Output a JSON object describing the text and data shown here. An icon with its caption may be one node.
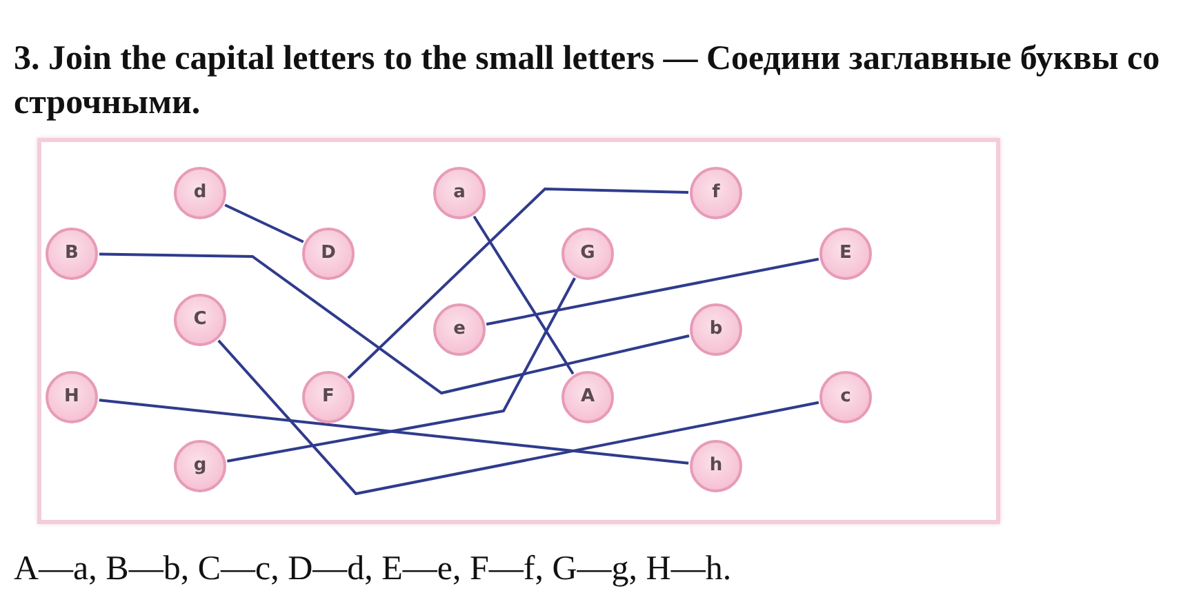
{
  "diagram": {
    "title": "3. Join the capital letters to the small letters — Соедини заглавные буквы со строчными.",
    "nodes": [
      {
        "text": [
          "d"
        ]
      },
      {
        "text": [
          "a"
        ]
      },
      {
        "text": [
          "f"
        ]
      },
      {
        "text": [
          "B"
        ]
      },
      {
        "text": [
          "D"
        ]
      },
      {
        "text": [
          "G"
        ]
      },
      {
        "text": [
          "E"
        ]
      },
      {
        "text": [
          "C"
        ]
      },
      {
        "text": [
          "e"
        ]
      },
      {
        "text": [
          "b"
        ]
      },
      {
        "text": [
          "H"
        ]
      },
      {
        "text": [
          "F"
        ]
      },
      {
        "text": [
          "A"
        ]
      },
      {
        "text": [
          "c"
        ]
      },
      {
        "text": [
          "g"
        ]
      },
      {
        "text": [
          "h"
        ]
      }
    ],
    "edges": [
      {
        "from": 12,
        "to": 1,
        "arrow": "none"
      },
      {
        "from": 3,
        "to": 9,
        "arrow": "none"
      },
      {
        "from": 7,
        "to": 13,
        "arrow": "none"
      },
      {
        "from": 4,
        "to": 0,
        "arrow": "none"
      },
      {
        "from": 6,
        "to": 8,
        "arrow": "none"
      },
      {
        "from": 11,
        "to": 2,
        "arrow": "none"
      },
      {
        "from": 5,
        "to": 14,
        "arrow": "none"
      },
      {
        "from": 10,
        "to": 15,
        "arrow": "none"
      }
    ],
    "labels": [
      "A—a, B—b, C—c, D—d, E—e, F—f, G—g, H—h."
    ]
  }
}
